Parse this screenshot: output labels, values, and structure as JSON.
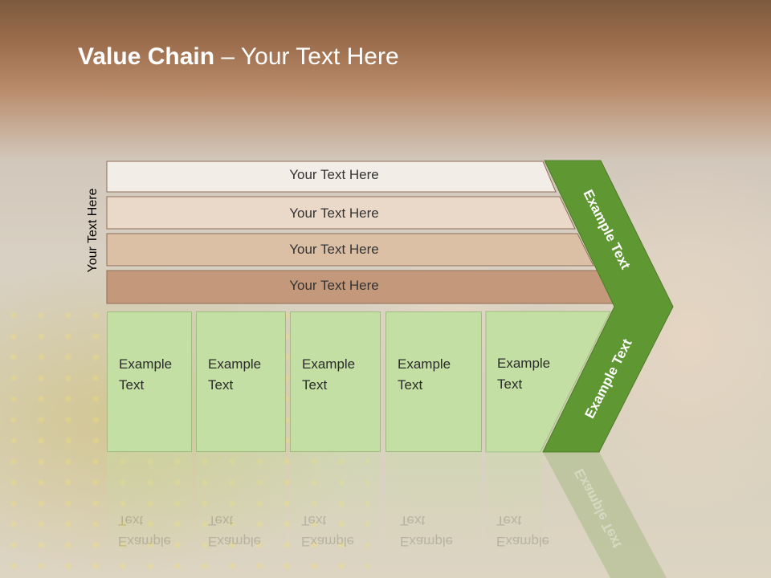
{
  "slide": {
    "title_bold": "Value Chain",
    "title_rest": " – Your Text Here",
    "side_label": "Your Text Here",
    "bands": [
      "Your Text Here",
      "Your Text Here",
      "Your Text Here",
      "Your Text Here"
    ],
    "band_colors": [
      "#f3ede7",
      "#ead8c8",
      "#dcc0a6",
      "#c4987a"
    ],
    "cells": [
      {
        "line1": "Example",
        "line2": "Text"
      },
      {
        "line1": "Example",
        "line2": "Text"
      },
      {
        "line1": "Example",
        "line2": "Text"
      },
      {
        "line1": "Example",
        "line2": "Text"
      },
      {
        "line1": "Example",
        "line2": "Text"
      }
    ],
    "chevron_top_label": "Example Text",
    "chevron_bottom_label": "Example Text",
    "accent_green": "#5f9733",
    "cell_green": "#c3dfa3"
  }
}
